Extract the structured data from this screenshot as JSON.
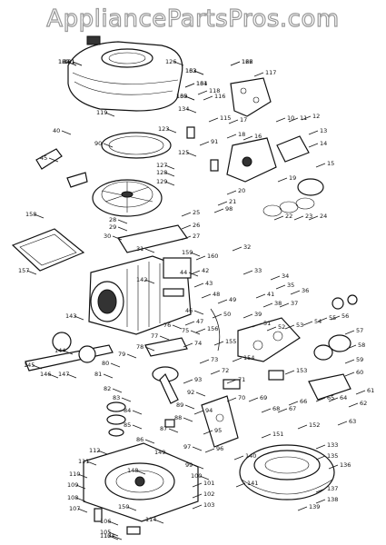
{
  "watermark": "AppliancePartsPros.com",
  "callouts": [
    "121",
    "120",
    "132",
    "131",
    "130",
    "122",
    "117",
    "116",
    "119",
    "115",
    "134",
    "118",
    "123",
    "91",
    "98",
    "125",
    "127",
    "128",
    "129",
    "126",
    "90",
    "45",
    "40",
    "10",
    "11",
    "12",
    "13",
    "14",
    "15",
    "16",
    "17",
    "18",
    "19",
    "20",
    "21",
    "22",
    "23",
    "24",
    "25",
    "26",
    "27",
    "28",
    "29",
    "30",
    "31",
    "32",
    "33",
    "34",
    "35",
    "36",
    "37",
    "38",
    "39",
    "41",
    "42",
    "43",
    "44",
    "46",
    "47",
    "48",
    "49",
    "50",
    "51",
    "52",
    "53",
    "54",
    "55",
    "56",
    "57",
    "58",
    "59",
    "60",
    "61",
    "62",
    "63",
    "64",
    "65",
    "66",
    "67",
    "68",
    "69",
    "70",
    "71",
    "72",
    "73",
    "74",
    "75",
    "76",
    "77",
    "78",
    "79",
    "80",
    "81",
    "82",
    "83",
    "84",
    "85",
    "86",
    "87",
    "88",
    "89",
    "92",
    "93",
    "94",
    "95",
    "96",
    "97",
    "99",
    "100",
    "101",
    "102",
    "103",
    "104",
    "105",
    "106",
    "107",
    "108",
    "109",
    "110",
    "111",
    "112",
    "113",
    "114",
    "133",
    "135",
    "136",
    "137",
    "138",
    "139",
    "140",
    "141",
    "142",
    "143",
    "144",
    "145",
    "146",
    "147",
    "148",
    "149",
    "150",
    "151",
    "152",
    "153",
    "154",
    "155",
    "156",
    "157",
    "158",
    "159",
    "160",
    "161",
    "162",
    "163",
    "164",
    "165",
    "166"
  ]
}
